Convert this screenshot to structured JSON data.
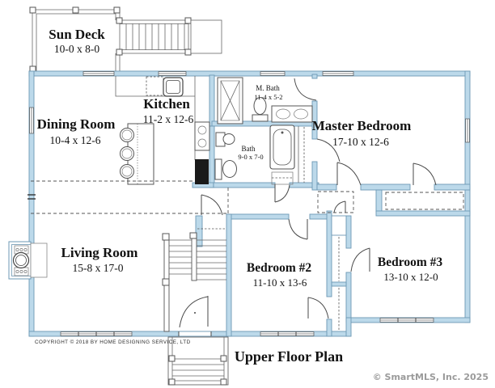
{
  "plan": {
    "title": "Upper Floor Plan",
    "copyright": "COPYRIGHT © 2018 BY HOME DESIGNING SERVICE, LTD",
    "watermark": "© SmartMLS, Inc.  2025",
    "colors": {
      "wall_fill": "#bcd9ea",
      "wall_stroke": "#6d98b4",
      "linework": "#4a4a4a",
      "watermark_gray": "#9b9b9b",
      "refrigerator_fill": "#1a1a1a"
    },
    "rooms": {
      "sun_deck": {
        "name": "Sun Deck",
        "dims": "10-0 x 8-0"
      },
      "dining": {
        "name": "Dining Room",
        "dims": "10-4 x 12-6"
      },
      "kitchen": {
        "name": "Kitchen",
        "dims": "11-2 x 12-6"
      },
      "m_bath": {
        "name": "M. Bath",
        "dims": "11-4 x 5-2"
      },
      "master": {
        "name": "Master Bedroom",
        "dims": "17-10 x 12-6"
      },
      "bath": {
        "name": "Bath",
        "dims": "9-0 x 7-0"
      },
      "living": {
        "name": "Living Room",
        "dims": "15-8 x 17-0"
      },
      "bed2": {
        "name": "Bedroom #2",
        "dims": "11-10 x 13-6"
      },
      "bed3": {
        "name": "Bedroom #3",
        "dims": "13-10 x 12-0"
      }
    },
    "fixtures": [
      "kitchen-sink",
      "dishwasher",
      "island-with-stools",
      "range",
      "refrigerator",
      "shower",
      "toilet",
      "double-vanity",
      "pedestal-sink",
      "bathtub",
      "wood-stove",
      "interior-stairs",
      "deck-stairs",
      "entry-stoop"
    ]
  }
}
